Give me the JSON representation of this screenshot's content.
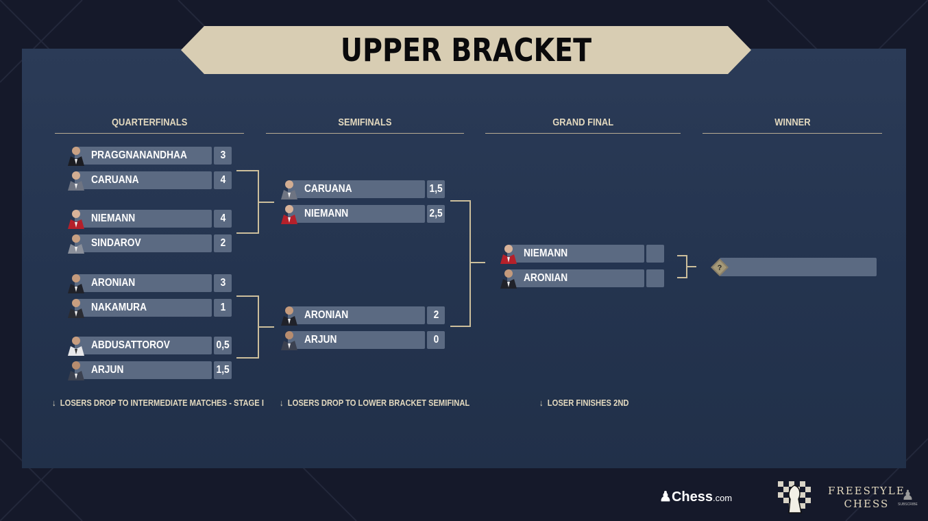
{
  "title": "UPPER BRACKET",
  "columns": {
    "quarterfinals": "QUARTERFINALS",
    "semifinals": "SEMIFINALS",
    "grand_final": "GRAND FINAL",
    "winner": "WINNER"
  },
  "quarterfinals": [
    {
      "name": "PRAGGNANANDHAA",
      "score": "3"
    },
    {
      "name": "CARUANA",
      "score": "4"
    },
    {
      "name": "NIEMANN",
      "score": "4"
    },
    {
      "name": "SINDAROV",
      "score": "2"
    },
    {
      "name": "ARONIAN",
      "score": "3"
    },
    {
      "name": "NAKAMURA",
      "score": "1"
    },
    {
      "name": "ABDUSATTOROV",
      "score": "0,5"
    },
    {
      "name": "ARJUN",
      "score": "1,5"
    }
  ],
  "semifinals": [
    {
      "name": "CARUANA",
      "score": "1,5"
    },
    {
      "name": "NIEMANN",
      "score": "2,5"
    },
    {
      "name": "ARONIAN",
      "score": "2"
    },
    {
      "name": "ARJUN",
      "score": "0"
    }
  ],
  "grand_final": [
    {
      "name": "NIEMANN",
      "score": ""
    },
    {
      "name": "ARONIAN",
      "score": ""
    }
  ],
  "winner": {
    "symbol": "?"
  },
  "notes": {
    "quarterfinals": "LOSERS DROP TO INTERMEDIATE MATCHES - STAGE I",
    "semifinals": "LOSERS DROP TO LOWER BRACKET SEMIFINAL",
    "grand_final": "LOSER FINISHES 2ND"
  },
  "arrow_glyph": "↓",
  "brands": {
    "chesscom_main": "Chess",
    "chesscom_suffix": ".com",
    "freestyle_line1": "FREESTYLE",
    "freestyle_line2": "CHESS",
    "subscribe": "SUBSCRIBE"
  },
  "colors": {
    "banner": "#d8cdb3",
    "panel": "#27374f",
    "box": "#5b6a82",
    "accent_text": "#e3d9bf",
    "connector": "#cdbf9c"
  }
}
